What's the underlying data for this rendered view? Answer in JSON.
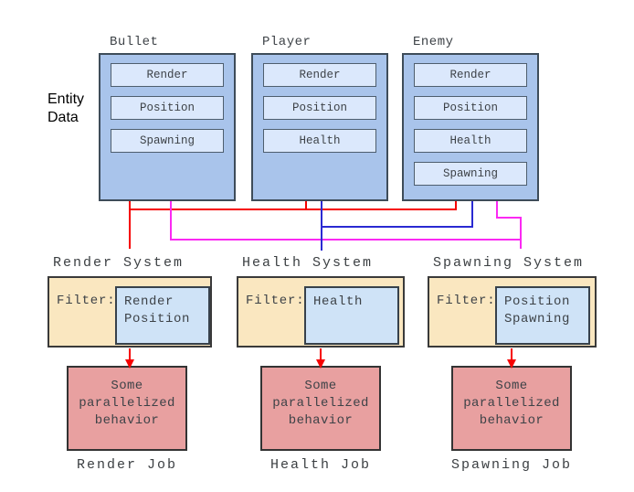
{
  "diagram": {
    "entity_data_label": "Entity Data",
    "entities": [
      {
        "name": "Bullet",
        "components": [
          "Render",
          "Position",
          "Spawning"
        ]
      },
      {
        "name": "Player",
        "components": [
          "Render",
          "Position",
          "Health"
        ]
      },
      {
        "name": "Enemy",
        "components": [
          "Render",
          "Position",
          "Health",
          "Spawning"
        ]
      }
    ],
    "systems": [
      {
        "name": "Render System",
        "filter_label": "Filter:",
        "filter_components": [
          "Render",
          "Position"
        ]
      },
      {
        "name": "Health System",
        "filter_label": "Filter:",
        "filter_components": [
          "Health"
        ]
      },
      {
        "name": "Spawning System",
        "filter_label": "Filter:",
        "filter_components": [
          "Position",
          "Spawning"
        ]
      }
    ],
    "jobs": [
      {
        "text": "Some parallelized behavior",
        "caption": "Render Job"
      },
      {
        "text": "Some parallelized behavior",
        "caption": "Health Job"
      },
      {
        "text": "Some parallelized behavior",
        "caption": "Spawning Job"
      }
    ],
    "connections": [
      {
        "name": "render-connection",
        "color": "#f60000",
        "from": [
          "Bullet",
          "Player",
          "Enemy"
        ],
        "to": "Render System"
      },
      {
        "name": "spawning-connection",
        "color": "#fb29f3",
        "from": [
          "Bullet",
          "Enemy"
        ],
        "to": "Spawning System"
      },
      {
        "name": "health-connection",
        "color": "#2a2ad2",
        "from": [
          "Player",
          "Enemy"
        ],
        "to": "Health System"
      }
    ],
    "colors": {
      "arrow": "#f60000",
      "entity_fill": "#a9c4eb",
      "component_fill": "#dbe8fc",
      "system_fill": "#fae7c0",
      "filter_fill": "#cfe3f7",
      "job_fill": "#e8a0a0",
      "background": "#ffffff"
    }
  }
}
